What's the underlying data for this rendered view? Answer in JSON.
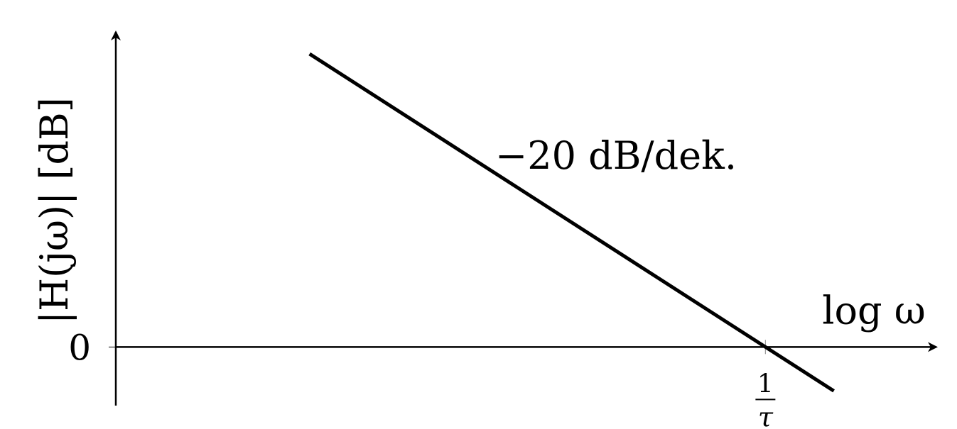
{
  "chart_data": {
    "type": "line",
    "ylabel": "|H(jω)| [dB]",
    "xlabel": "log ω",
    "y_tick_labels": [
      "0"
    ],
    "x_tick_label": {
      "numerator": "1",
      "denominator": "τ"
    },
    "annotation": "−20 dB/dek.",
    "series": [
      {
        "x": [
          -2.0,
          0.3
        ],
        "y": [
          40,
          -6
        ]
      }
    ],
    "slope_db_per_decade": -20,
    "xlim": [
      -2.85,
      0.75
    ],
    "ylim": [
      -8,
      43
    ],
    "x_tick_values": [
      0
    ],
    "y_tick_values": [
      0
    ],
    "grid": false,
    "line_color": "#000000",
    "axis_color": "#000000"
  }
}
